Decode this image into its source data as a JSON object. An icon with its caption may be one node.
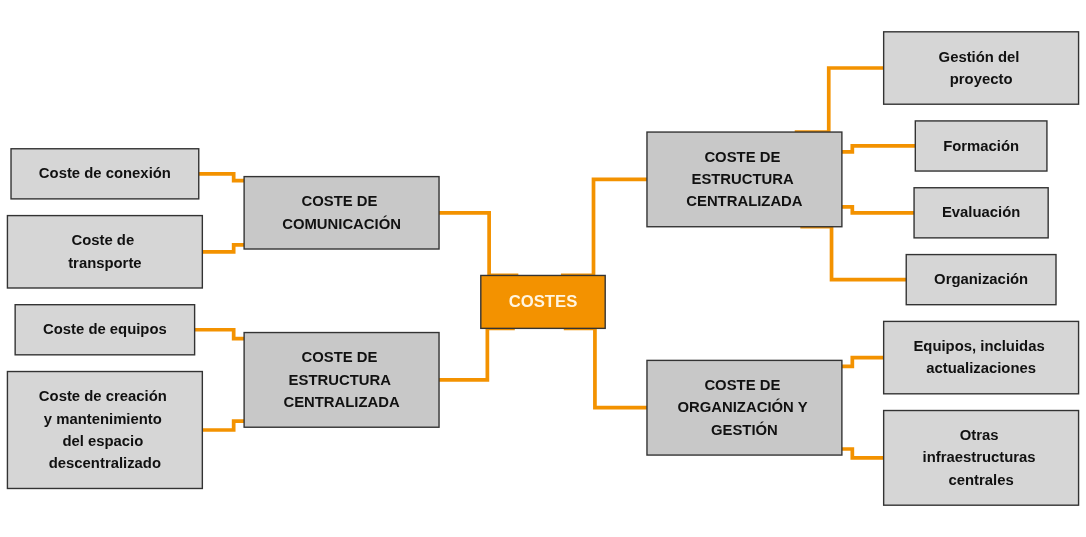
{
  "diagram": {
    "nodes": [
      {
        "text": [
          "Coste de conexión"
        ]
      },
      {
        "text": [
          "Coste de transporte"
        ]
      },
      {
        "text": [
          "Gestión del proyecto"
        ]
      },
      {
        "text": [
          "COSTE DE COMUNICACIÓN"
        ]
      },
      {
        "text": [
          "Coste de equipos"
        ]
      },
      {
        "text": [
          "Formación"
        ]
      },
      {
        "text": [
          "COSTE DE ESTRUCTURA CENTRALIZADA"
        ]
      },
      {
        "text": [
          "COSTES"
        ]
      },
      {
        "text": [
          "COSTE DE ESTRUCTURA CENTRALIZADA"
        ]
      },
      {
        "text": [
          "Evaluación"
        ]
      },
      {
        "text": [
          "Coste de creación y mantenimiento del espacio descentralizado"
        ]
      },
      {
        "text": [
          "COSTE DE ORGANIZACIÓN Y GESTIÓN"
        ]
      },
      {
        "text": [
          "Organización"
        ]
      },
      {
        "text": [
          "Equipos, incluidas actualizaciones"
        ]
      },
      {
        "text": [
          "Otras infraestructuras centrales"
        ]
      }
    ],
    "edges": [
      {
        "from": 0,
        "to": 3,
        "arrow": "none"
      },
      {
        "from": 1,
        "to": 3,
        "arrow": "none"
      },
      {
        "from": 3,
        "to": 7,
        "arrow": "none"
      },
      {
        "from": 4,
        "to": 6,
        "arrow": "none"
      },
      {
        "from": 10,
        "to": 6,
        "arrow": "none"
      },
      {
        "from": 6,
        "to": 7,
        "arrow": "none"
      },
      {
        "from": 7,
        "to": 8,
        "arrow": "none"
      },
      {
        "from": 8,
        "to": 2,
        "arrow": "none"
      },
      {
        "from": 8,
        "to": 5,
        "arrow": "none"
      },
      {
        "from": 8,
        "to": 9,
        "arrow": "none"
      },
      {
        "from": 8,
        "to": 12,
        "arrow": "none"
      },
      {
        "from": 7,
        "to": 11,
        "arrow": "none"
      },
      {
        "from": 11,
        "to": 13,
        "arrow": "none"
      },
      {
        "from": 11,
        "to": 14,
        "arrow": "none"
      }
    ]
  }
}
